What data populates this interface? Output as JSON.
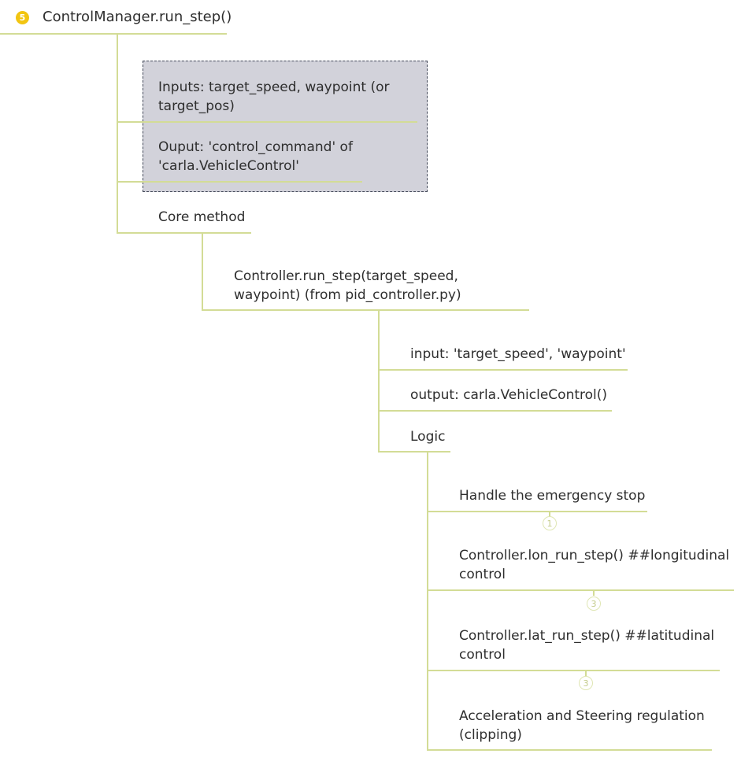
{
  "root": {
    "badge": "5",
    "title": "ControlManager.run_step()"
  },
  "level1": {
    "inputs": "Inputs: target_speed, waypoint (or target_pos)",
    "output": "Ouput: 'control_command' of 'carla.VehicleControl'",
    "core": "Core method"
  },
  "level2": {
    "controller": "Controller.run_step(target_speed, waypoint) (from pid_controller.py)"
  },
  "level3": {
    "input": "input: 'target_speed', 'waypoint'",
    "output": "output: carla.VehicleControl()",
    "logic": "Logic"
  },
  "level4": {
    "emergency": "Handle the emergency stop",
    "lon": "Controller.lon_run_step() ##longitudinal control",
    "lat": "Controller.lat_run_step() ##latitudinal control",
    "regulation": "Acceleration and Steering regulation (clipping)"
  },
  "connectors": [
    "1",
    "3",
    "3"
  ],
  "colors": {
    "branch": "#d3dc96",
    "badge": "#f2c511",
    "note_background": "#d2d2da",
    "note_border": "#444a5a"
  }
}
